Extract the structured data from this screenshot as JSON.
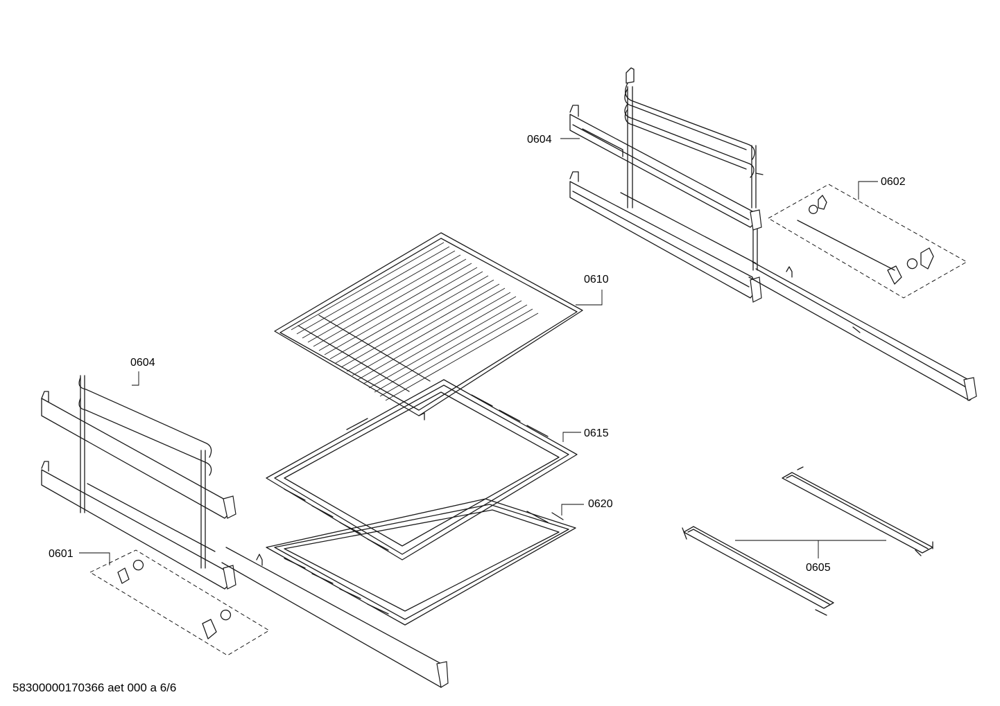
{
  "labels": {
    "rails_right": "0604",
    "clips_right": "0602",
    "wire_rack": "0610",
    "rails_left": "0604",
    "tray_upper": "0615",
    "tray_lower": "0620",
    "clips_left": "0601",
    "bars": "0605"
  },
  "footer": "58300000170366 aet 000 a 6/6"
}
